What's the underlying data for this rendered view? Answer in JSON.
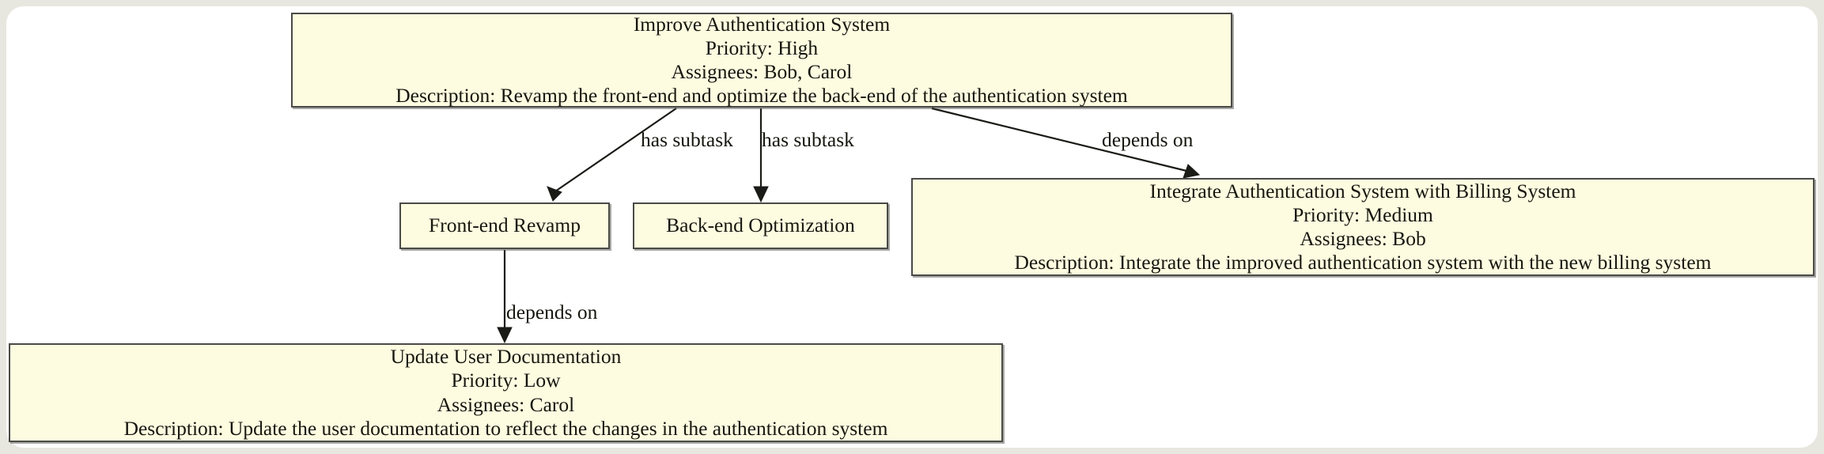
{
  "diagram": {
    "type": "task-dependency-graph",
    "background_color": "#e8e7df",
    "canvas_color": "#ffffff",
    "node_fill_color": "#fdfbe0",
    "node_border_color": "#4a4a46",
    "edge_color": "#1a1a16",
    "nodes": [
      {
        "id": "improve",
        "title": "Improve Authentication System",
        "priority": "Priority: High",
        "assignees": "Assignees: Bob, Carol",
        "description": "Description: Revamp the front-end and optimize the back-end of the authentication system"
      },
      {
        "id": "frontend",
        "title": "Front-end Revamp"
      },
      {
        "id": "backend",
        "title": "Back-end Optimization"
      },
      {
        "id": "integrate",
        "title": "Integrate Authentication System with Billing System",
        "priority": "Priority: Medium",
        "assignees": "Assignees: Bob",
        "description": "Description: Integrate the improved authentication system with the new billing system"
      },
      {
        "id": "update",
        "title": "Update User Documentation",
        "priority": "Priority: Low",
        "assignees": "Assignees: Carol",
        "description": "Description: Update the user documentation to reflect the changes in the authentication system"
      }
    ],
    "edges": [
      {
        "from": "improve",
        "to": "frontend",
        "label": "has subtask"
      },
      {
        "from": "improve",
        "to": "backend",
        "label": "has subtask"
      },
      {
        "from": "improve",
        "to": "integrate",
        "label": "depends on"
      },
      {
        "from": "frontend",
        "to": "update",
        "label": "depends on"
      }
    ]
  }
}
